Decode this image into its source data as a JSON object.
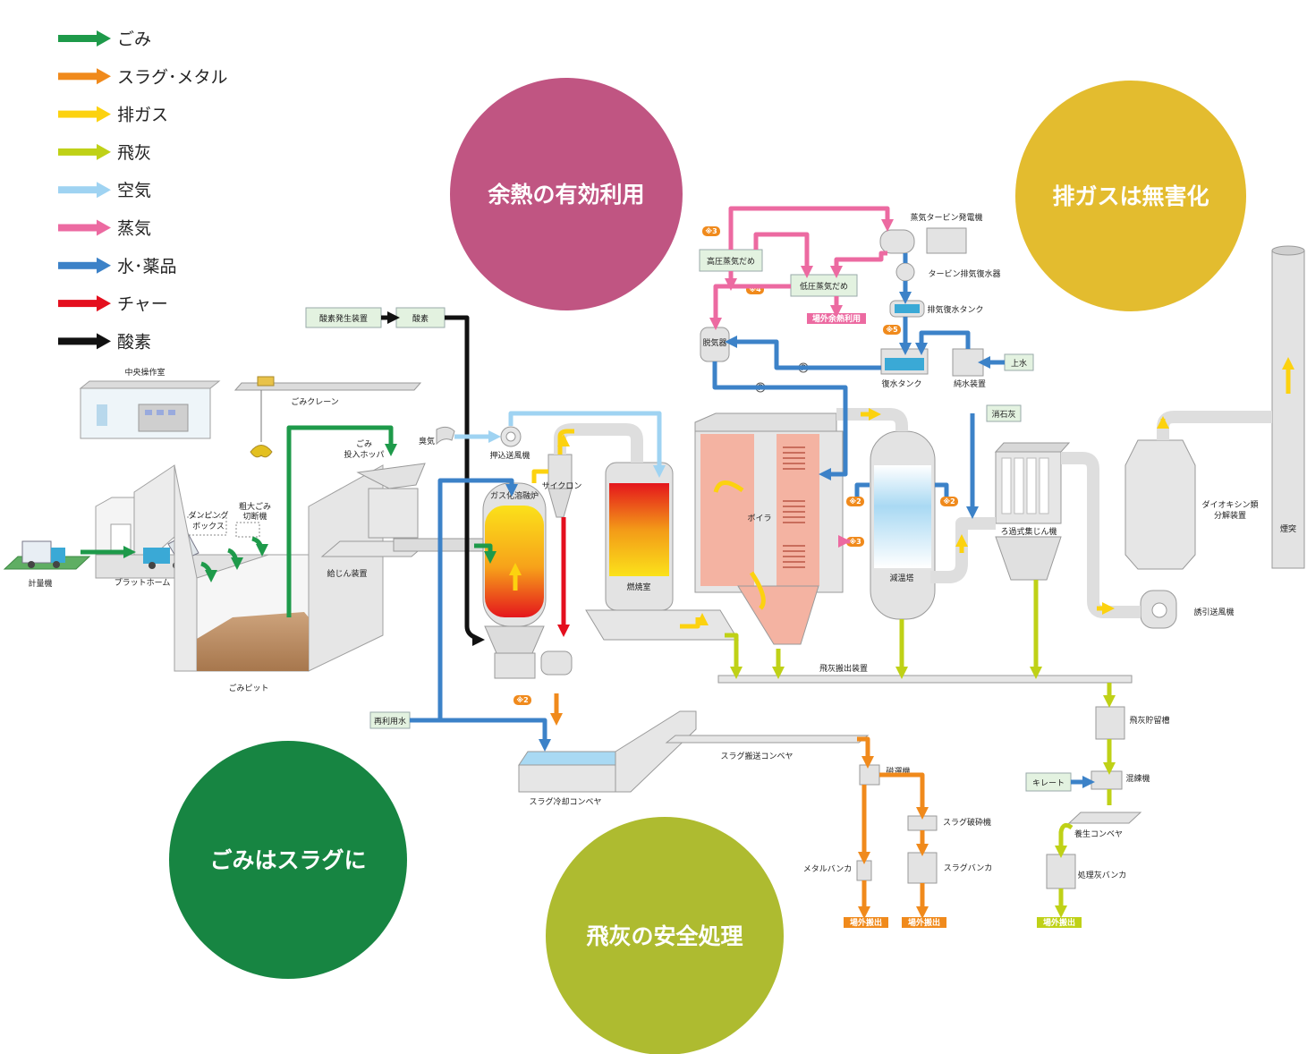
{
  "legend": [
    {
      "label": "ごみ",
      "color": "#1e9a4a"
    },
    {
      "label": "スラグ･メタル",
      "color": "#f08a1c"
    },
    {
      "label": "排ガス",
      "color": "#fcd20f"
    },
    {
      "label": "飛灰",
      "color": "#bfd117"
    },
    {
      "label": "空気",
      "color": "#9fd3f2"
    },
    {
      "label": "蒸気",
      "color": "#ec6aa1"
    },
    {
      "label": "水･薬品",
      "color": "#3c82c8"
    },
    {
      "label": "チャー",
      "color": "#e40f1e"
    },
    {
      "label": "酸素",
      "color": "#111111"
    }
  ],
  "themes": [
    {
      "label": "余熱の有効利用",
      "color": "#c05582"
    },
    {
      "label": "排ガスは無害化",
      "color": "#e3bc2f"
    },
    {
      "label": "ごみはスラグに",
      "color": "#178542"
    },
    {
      "label": "飛灰の安全処理",
      "color": "#aebb30"
    }
  ],
  "equipment": {
    "control_room": "中央操作室",
    "crane": "ごみクレーン",
    "weighbridge": "計量機",
    "platform": "プラットホーム",
    "dumping_box_1": "ダンピング",
    "dumping_box_2": "ボックス",
    "bulky_1": "粗大ごみ",
    "bulky_2": "切断機",
    "pit": "ごみピット",
    "hopper_1": "ごみ",
    "hopper_2": "投入ホッパ",
    "feeder": "給じん装置",
    "oxygen_gen": "酸素発生装置",
    "oxygen": "酸素",
    "odor": "臭気",
    "blower": "押込送風機",
    "cyclone": "サイクロン",
    "gasifier": "ガス化溶融炉",
    "combustion": "燃焼室",
    "boiler": "ボイラ",
    "hp_header": "高圧蒸気だめ",
    "lp_header": "低圧蒸気だめ",
    "offsite_heat": "場外余熱利用",
    "turbine": "蒸気タービン発電機",
    "condenser": "タービン排気復水器",
    "cond_tank": "排気復水タンク",
    "deaerator": "脱気器",
    "feed_tank": "復水タンク",
    "pure_water": "純水装置",
    "city_water": "上水",
    "lime": "消石灰",
    "cooling_tower": "減温塔",
    "bag_filter": "ろ過式集じん機",
    "dioxin_1": "ダイオキシン類",
    "dioxin_2": "分解装置",
    "id_fan": "誘引送風機",
    "stack": "煙突",
    "fly_ash_conv": "飛灰搬出装置",
    "reuse_water": "再利用水",
    "slag_cool": "スラグ冷却コンベヤ",
    "slag_conv": "スラグ搬送コンベヤ",
    "magnet": "磁選機",
    "slag_crusher": "スラグ破砕機",
    "metal_bunker": "メタルバンカ",
    "slag_bunker": "スラグバンカ",
    "offsite_1": "場外搬出",
    "offsite_2": "場外搬出",
    "ash_silo": "飛灰貯留槽",
    "chelate": "キレート",
    "mixer": "混練機",
    "curing_conv": "養生コンベヤ",
    "treated_bunker": "処理灰バンカ",
    "offsite_3": "場外搬出"
  },
  "notes": {
    "n3": "※3",
    "n4": "※4",
    "n5": "※5",
    "n2a": "※2",
    "n2b": "※2",
    "n2c": "※2",
    "n3b": "※3"
  },
  "pump": "P"
}
